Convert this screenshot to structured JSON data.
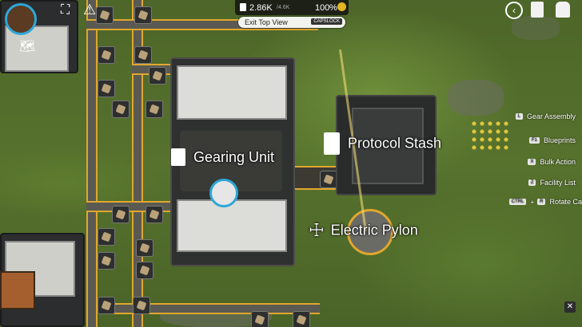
{
  "hud": {
    "resource_value": "2.86K",
    "resource_max": "/4.6K",
    "percent": "100",
    "percent_sign": "%",
    "exit_label": "Exit Top View",
    "exit_key": "CAPSLOCK"
  },
  "labels": {
    "gearing_unit": "Gearing Unit",
    "protocol_stash": "Protocol Stash",
    "electric_pylon": "Electric Pylon"
  },
  "menu": [
    {
      "key": "L",
      "label": "Gear Assembly"
    },
    {
      "key": "F1",
      "label": "Blueprints"
    },
    {
      "key": "X",
      "label": "Bulk Action"
    },
    {
      "key": "Z",
      "label": "Facility List"
    },
    {
      "key": "CTRL",
      "key2": "R",
      "label": "Rotate Ca"
    }
  ],
  "colors": {
    "belt": "#e0a72d",
    "accent": "#f0b429",
    "panel": "#2b2d2e"
  },
  "icons": [
    "back-icon",
    "quest-icon",
    "character-icon",
    "hierarchy-icon",
    "warning-icon",
    "map-icon",
    "close-icon",
    "gearing-icon",
    "protocol-icon",
    "pylon-icon"
  ]
}
